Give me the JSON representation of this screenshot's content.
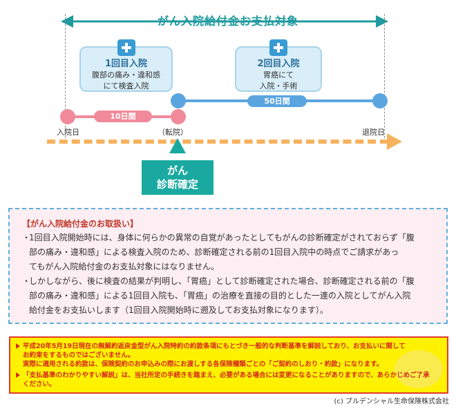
{
  "diagram": {
    "span_label": "がん入院給付金お支払対象",
    "admission1": {
      "title": "1回目入院",
      "desc_line1": "腹部の痛み・違和感",
      "desc_line2": "にて検査入院"
    },
    "admission2": {
      "title": "2回目入院",
      "desc_line1": "胃癌にて",
      "desc_line2": "入院・手術"
    },
    "duration1": "10日間",
    "duration2": "50日間",
    "label_admission_day": "入院日",
    "label_transfer": "（転院）",
    "label_discharge_day": "退院日",
    "diagnosis_line1": "がん",
    "diagnosis_line2": "診断確定"
  },
  "colors": {
    "teal": "#1f9a9e",
    "pink": "#f08a9a",
    "blue": "#5aa5df",
    "orange": "#f6b25e"
  },
  "notes": {
    "title": "【がん入院給付金のお取扱い】",
    "items": [
      {
        "bullet": "・",
        "lines": [
          "1回目入院開始時には、身体に何らかの異常の自覚があったとしてもがんの診断確定がされておらず「腹",
          "部の痛み・違和感」による検査入院のため、診断確定される前の1回目入院中の時点でご請求があっ",
          "てもがん入院給付金のお支払対象にはなりません。"
        ]
      },
      {
        "bullet": "・",
        "lines": [
          "しかしながら、後に検査の結果が判明し、「胃癌」として診断確定された場合、診断確定される前の「腹",
          "部の痛み・違和感」による1回目入院も、「胃癌」の治療を直接の目的とした一連の入院としてがん入院",
          "給付金をお支払いします（1回目入院開始時に遡及してお支払対象になります）。"
        ]
      }
    ]
  },
  "disclaimer": {
    "items": [
      {
        "lines": [
          "平成20年5月19日現在の無解約返戻金型がん入院特約の約款条項にもとづき一般的な判断基準を解説しており、お支払いに関して",
          "お約束をするものではございません。",
          "実際に適用される約款は、保険契約のお申込みの際にお渡しする各保険種類ごとの「ご契約のしおり・約款」になります。"
        ]
      },
      {
        "lines": [
          "「支払基準のわかりやすい解説」は、当社所定の手続きを踏まえ、必要がある場合には変更になることがありますので、あらかじめご了承",
          "ください。"
        ]
      }
    ]
  },
  "copyright": "(c) プルデンシャル生命保険株式会社"
}
